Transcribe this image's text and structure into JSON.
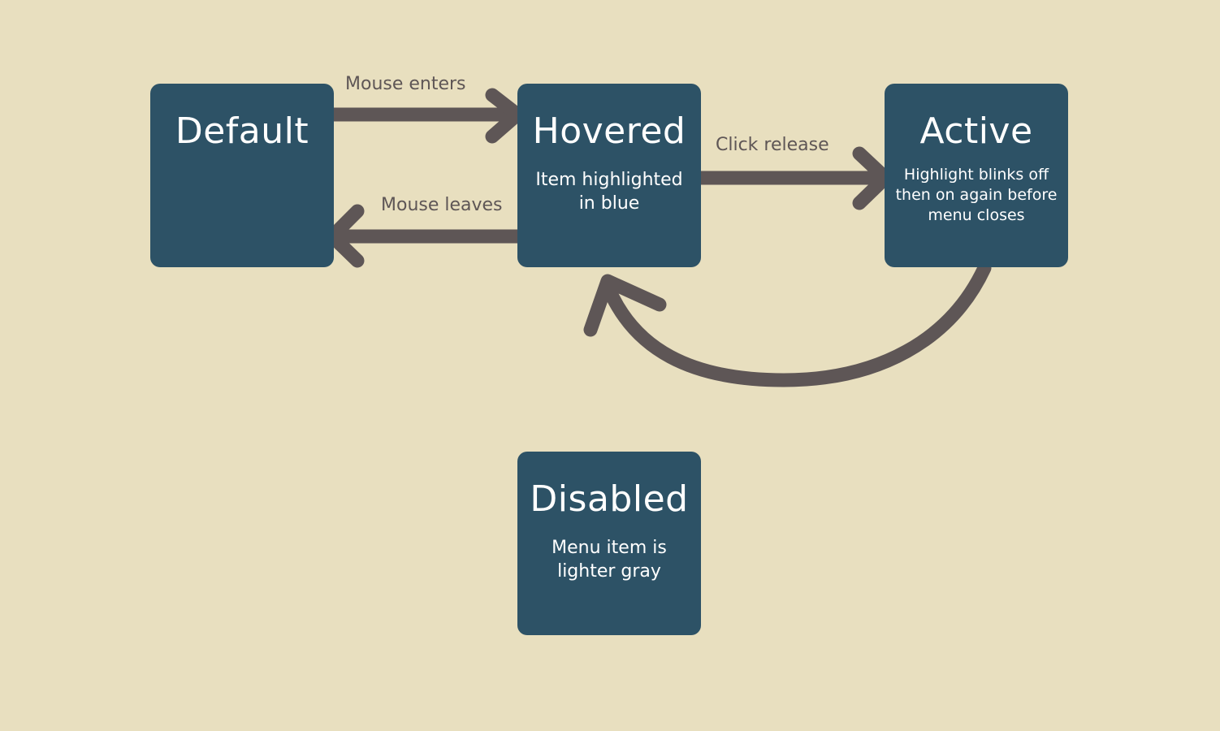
{
  "colors": {
    "background": "#e8dfbf",
    "node_fill": "#2d5266",
    "node_text": "#ffffff",
    "arrow": "#5e5656",
    "label_text": "#5e5656"
  },
  "states": {
    "default": {
      "title": "Default",
      "description": ""
    },
    "hovered": {
      "title": "Hovered",
      "description": "Item highlighted in blue"
    },
    "active": {
      "title": "Active",
      "description": "Highlight blinks off then on again before menu closes"
    },
    "disabled": {
      "title": "Disabled",
      "description": "Menu item is lighter gray"
    }
  },
  "transitions": [
    {
      "from": "Default",
      "to": "Hovered",
      "label": "Mouse enters"
    },
    {
      "from": "Hovered",
      "to": "Default",
      "label": "Mouse leaves"
    },
    {
      "from": "Hovered",
      "to": "Active",
      "label": "Click release"
    },
    {
      "from": "Active",
      "to": "Hovered",
      "label": ""
    }
  ]
}
